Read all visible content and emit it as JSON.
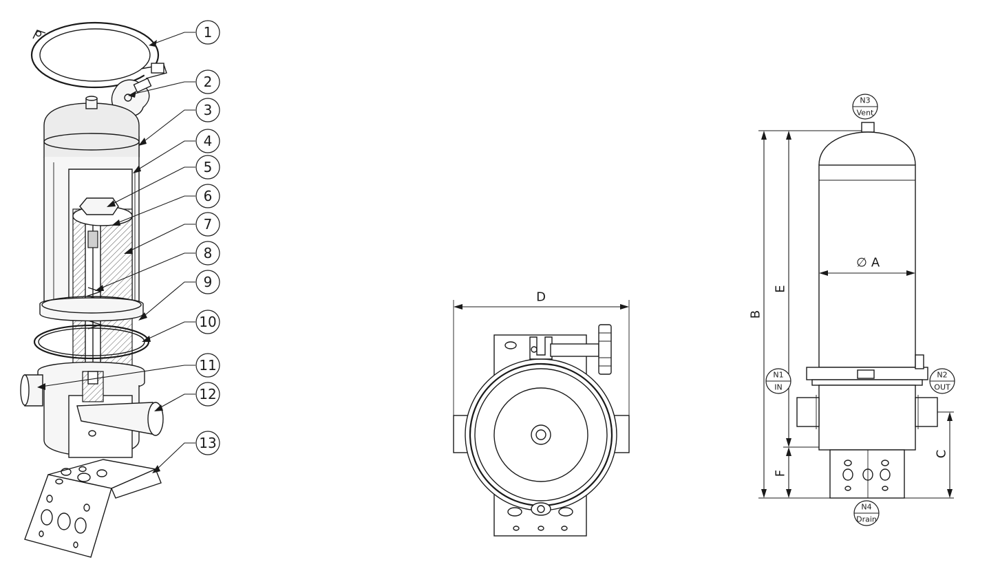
{
  "balloons": [
    {
      "label": "1"
    },
    {
      "label": "2"
    },
    {
      "label": "3"
    },
    {
      "label": "4"
    },
    {
      "label": "5"
    },
    {
      "label": "6"
    },
    {
      "label": "7"
    },
    {
      "label": "8"
    },
    {
      "label": "9"
    },
    {
      "label": "10"
    },
    {
      "label": "11"
    },
    {
      "label": "12"
    },
    {
      "label": "13"
    }
  ],
  "dimensions": {
    "diameter_symbol": "∅",
    "a": "A",
    "b": "B",
    "c": "C",
    "d": "D",
    "e": "E",
    "f": "F"
  },
  "nozzles": {
    "n1": {
      "id": "N1",
      "role": "IN"
    },
    "n2": {
      "id": "N2",
      "role": "OUT"
    },
    "n3": {
      "id": "N3",
      "role": "Vent"
    },
    "n4": {
      "id": "N4",
      "role": "Drain"
    }
  }
}
